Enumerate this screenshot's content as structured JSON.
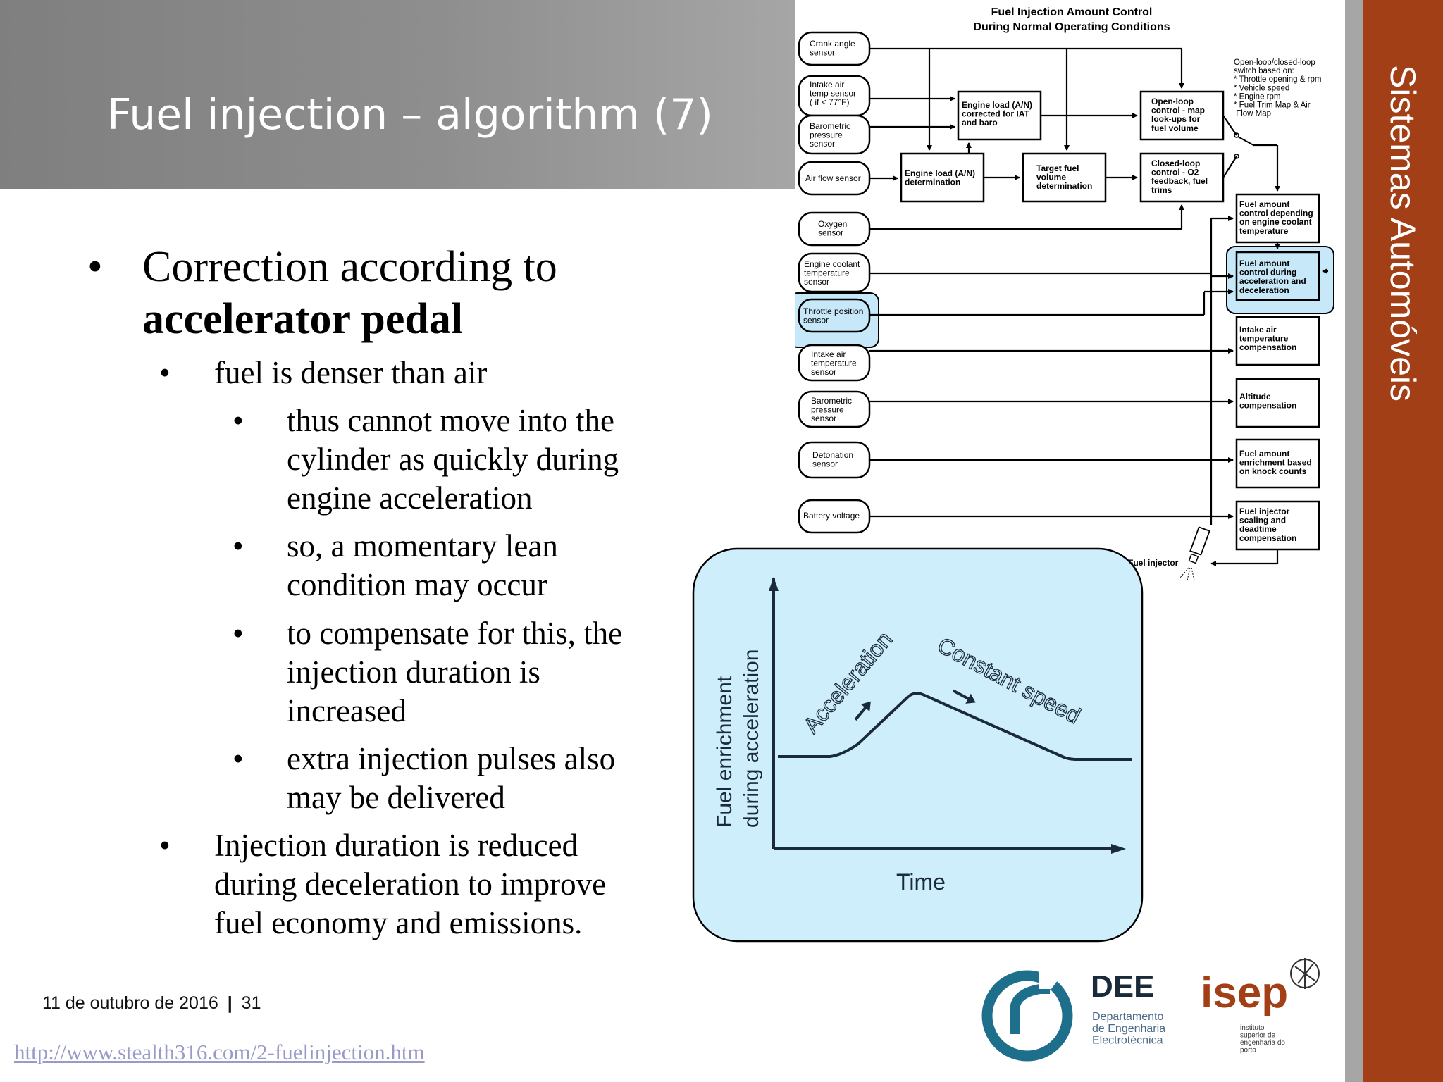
{
  "slide": {
    "title": "Fuel injection – algorithm (7)",
    "side_title": "Sistemas Automóveis",
    "date": "11 de outubro de 2016",
    "separator": "|",
    "page_number": "31",
    "source_link": "http://www.stealth316.com/2-fuelinjection.htm"
  },
  "content": {
    "b1_line1": "Correction according to",
    "b1_line2": "accelerator pedal",
    "b2": "fuel is denser than air",
    "b3a_1": "thus cannot move into the",
    "b3a_2": "cylinder as quickly during",
    "b3a_3": "engine acceleration",
    "b3b_1": "so, a momentary lean",
    "b3b_2": "condition may occur",
    "b3c_1": "to compensate for this, the",
    "b3c_2": "injection duration is",
    "b3c_3": "increased",
    "b3d_1": "extra injection pulses also",
    "b3d_2": "may be delivered",
    "b4_1": "Injection duration is reduced",
    "b4_2": "during deceleration to improve",
    "b4_3": "fuel economy and emissions."
  },
  "diagram": {
    "title1": "Fuel Injection Amount Control",
    "title2": "During Normal Operating Conditions",
    "s_crank": [
      "Crank angle",
      "sensor"
    ],
    "s_iat1": [
      "Intake air",
      "temp sensor",
      "( if < 77°F)"
    ],
    "s_baro1": [
      "Barometric",
      "pressure",
      "sensor"
    ],
    "s_airflow": [
      "Air flow sensor"
    ],
    "s_oxygen": [
      "Oxygen",
      "sensor"
    ],
    "s_coolant": [
      "Engine coolant",
      "temperature",
      "sensor"
    ],
    "s_tps": [
      "Throttle position",
      "sensor"
    ],
    "s_iat2": [
      "Intake air",
      "temperature",
      "sensor"
    ],
    "s_baro2": [
      "Barometric",
      "pressure",
      "sensor"
    ],
    "s_det": [
      "Detonation",
      "sensor"
    ],
    "s_batt": [
      "Battery voltage"
    ],
    "p_load_corr": [
      "Engine load (A/N)",
      "corrected for IAT",
      "and baro"
    ],
    "p_load_det": [
      "Engine load (A/N)",
      "determination"
    ],
    "p_target": [
      "Target fuel",
      "volume",
      "determination"
    ],
    "p_openloop": [
      "Open-loop",
      "control - map",
      "look-ups for",
      "fuel volume"
    ],
    "p_closedloop": [
      "Closed-loop",
      "control - O2",
      "feedback, fuel",
      "trims"
    ],
    "note": [
      "Open-loop/closed-loop",
      "switch based on:",
      "* Throttle opening & rpm",
      "* Vehicle speed",
      "* Engine rpm",
      "* Fuel Trim Map & Air",
      "  Flow Map"
    ],
    "o_coolant": [
      "Fuel amount",
      "control depending",
      "on engine coolant",
      "temperature"
    ],
    "o_accel": [
      "Fuel amount",
      "control during",
      "acceleration and",
      "deceleration"
    ],
    "o_iat": [
      "Intake air",
      "temperature",
      "compensation"
    ],
    "o_alt": [
      "Altitude",
      "compensation"
    ],
    "o_knock": [
      "Fuel amount",
      "enrichment based",
      "on knock counts"
    ],
    "o_injector": [
      "Fuel injector",
      "scaling and",
      "deadtime",
      "compensation"
    ],
    "injector_label": "Fuel injector",
    "highlight_color": "#c6e8f8"
  },
  "graph": {
    "ylabel_1": "Fuel enrichment",
    "ylabel_2": "during acceleration",
    "xlabel": "Time",
    "label_accel": "Acceleration",
    "label_const": "Constant speed",
    "background": "#cfeefc"
  },
  "logos": {
    "dee_name": "DEE",
    "dee_sub": [
      "Departamento",
      "de Engenharia",
      "Electrotécnica"
    ],
    "isep_name": "isep",
    "isep_sub": [
      "instituto",
      "superior de",
      "engenharia do",
      "porto"
    ]
  }
}
